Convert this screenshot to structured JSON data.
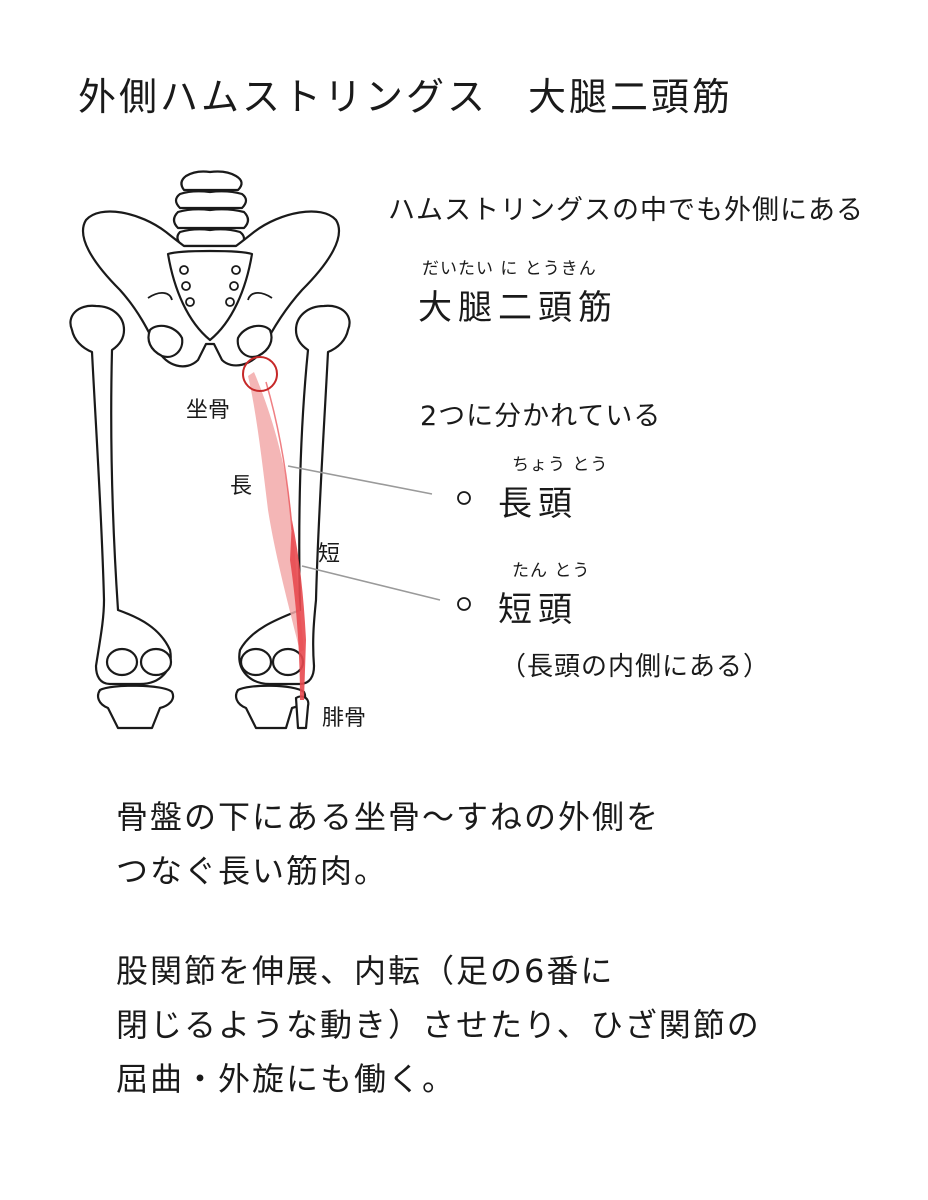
{
  "title": {
    "left": "外側ハムストリングス",
    "right": "大腿二頭筋"
  },
  "intro": "ハムストリングスの中でも外側にある",
  "muscle": {
    "furigana": "だいたい に とうきん",
    "name": "大腿二頭筋"
  },
  "split_text": "2つに分かれている",
  "heads": [
    {
      "furigana": "ちょう とう",
      "name": "長頭"
    },
    {
      "furigana": "たん とう",
      "name": "短頭"
    }
  ],
  "short_head_note": "（長頭の内側にある）",
  "bone_labels": {
    "ischium": "坐骨",
    "long": "長",
    "short": "短",
    "fibula": "腓骨"
  },
  "description": [
    "骨盤の下にある坐骨〜すねの外側を",
    "つなぐ長い筋肉。"
  ],
  "function": [
    "股関節を伸展、内転（足の6番に",
    "閉じるような動き）させたり、ひざ関節の",
    "屈曲・外旋にも働く。"
  ],
  "colors": {
    "muscle_light": "#f2a9a9",
    "muscle_dark": "#e8494f",
    "marker": "#c62828",
    "line": "#9a9a9a"
  }
}
